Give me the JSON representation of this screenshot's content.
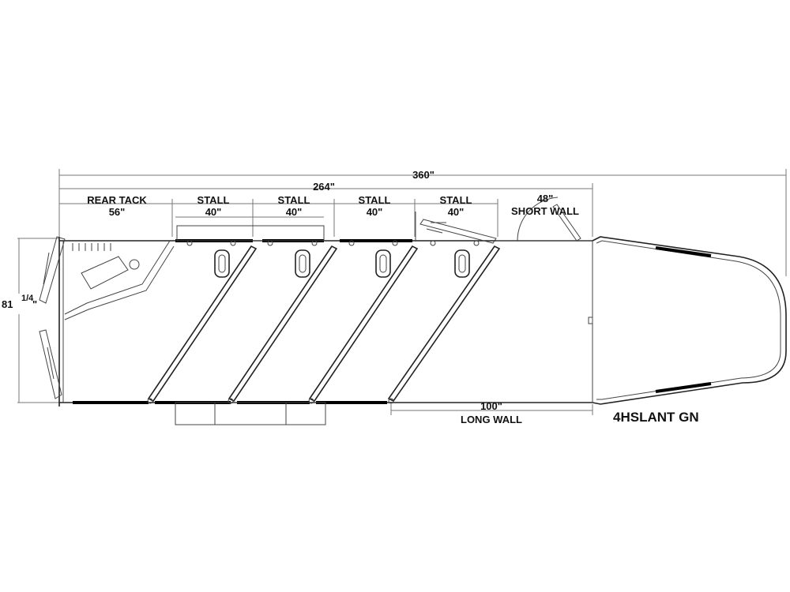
{
  "dimensions": {
    "overall": "360\"",
    "stall_section": "264\"",
    "short_wall_value": "48\"",
    "short_wall_label": "SHORT WALL",
    "long_wall_value": "100\"",
    "long_wall_label": "LONG WALL",
    "width_whole": "81",
    "width_frac": "1/4",
    "width_unit": "\""
  },
  "compartments": [
    {
      "label": "REAR TACK",
      "value": "56\""
    },
    {
      "label": "STALL",
      "value": "40\""
    },
    {
      "label": "STALL",
      "value": "40\""
    },
    {
      "label": "STALL",
      "value": "40\""
    },
    {
      "label": "STALL",
      "value": "40\""
    }
  ],
  "model_name": "4HSLANT GN"
}
